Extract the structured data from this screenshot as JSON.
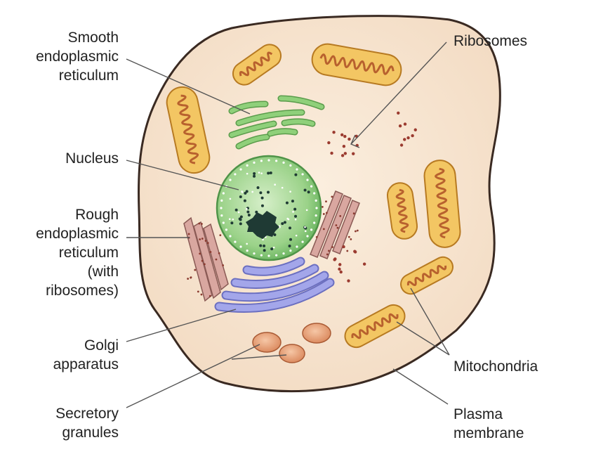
{
  "labels": {
    "smooth_er": "Smooth\nendoplasmic\nreticulum",
    "nucleus": "Nucleus",
    "rough_er": "Rough\nendoplasmic\nreticulum\n(with\nribosomes)",
    "golgi": "Golgi\napparatus",
    "secretory": "Secretory\ngranules",
    "ribosomes": "Ribosomes",
    "mitochondria": "Mitochondria",
    "plasma_membrane": "Plasma\nmembrane"
  },
  "colors": {
    "cytoplasm": "#f7e2cc",
    "membrane": "#3a2a22",
    "mitochondria_outer": "#f3c663",
    "mitochondria_inner": "#b8612e",
    "nucleus": "#8ed07f",
    "nucleolus": "#1f3a34",
    "smooth_er": "#7fc06a",
    "rough_er": "#d9a7a0",
    "golgi": "#9c9fe0",
    "granules": "#e6a07a",
    "ribosome_dots": "#a0453a",
    "leader_line": "#555555"
  }
}
